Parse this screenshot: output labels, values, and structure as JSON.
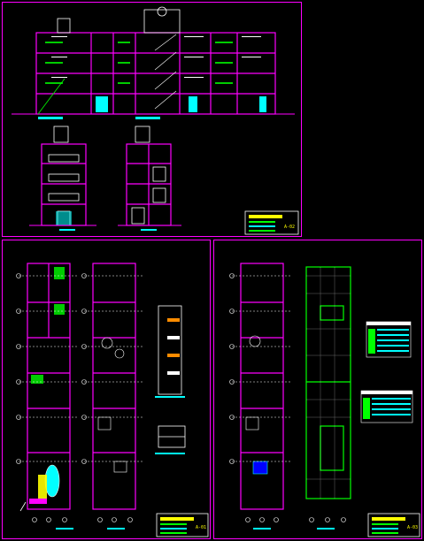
{
  "sheets": [
    {
      "id": "sheet-1",
      "number": "A-02",
      "content": "elevations-and-sections"
    },
    {
      "id": "sheet-2",
      "number": "A-01",
      "content": "floor-plans-and-details"
    },
    {
      "id": "sheet-3",
      "number": "A-03",
      "content": "floor-plans-roof-and-tables"
    }
  ],
  "colors": {
    "background": "#000000",
    "sheet_border": "#ff00ff",
    "walls": "#ff00ff",
    "annotation": "#ffffff",
    "structure": "#00ff00",
    "dimension": "#00ffff",
    "highlight_yellow": "#ffff00",
    "fill_orange": "#ff8c00",
    "fill_blue": "#0000ff"
  },
  "icons": [
    "grid-bubble-icon",
    "north-arrow-icon",
    "stair-icon"
  ]
}
